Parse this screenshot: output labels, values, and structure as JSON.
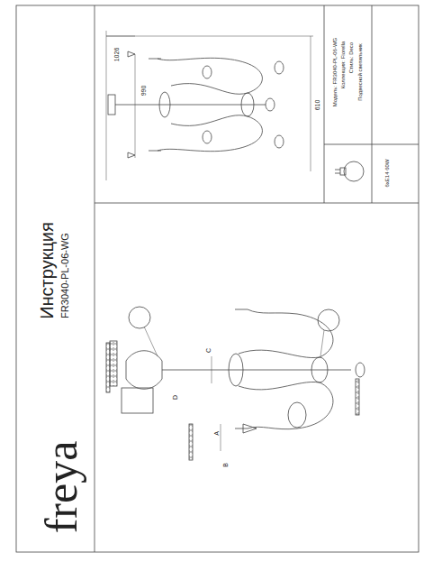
{
  "diagram": {
    "title": "Инструкция",
    "labels": [
      "freya",
      "FR3040-PL-06-WG",
      "1026",
      "990",
      "610",
      "Модель: FR3040-PL-06-WG",
      "Коллекция: Fiorella",
      "Стиль: Deco",
      "Подвесной светильник",
      "6xE14 60W",
      "A",
      "B",
      "C",
      "D"
    ]
  }
}
